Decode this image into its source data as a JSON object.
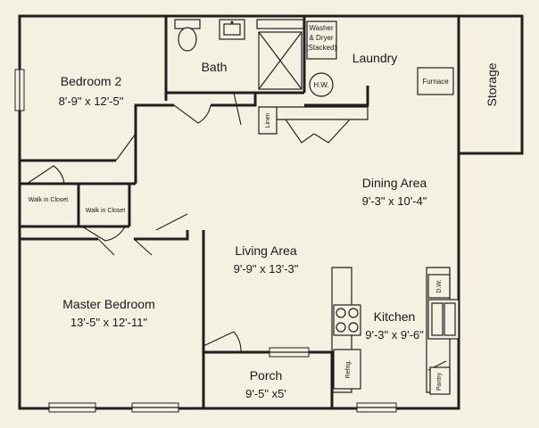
{
  "colors": {
    "background": "#f4f0e2",
    "line": "#1f1f1f"
  },
  "rooms": {
    "bedroom2": {
      "name": "Bedroom 2",
      "dims": "8'-9\" x 12'-5\""
    },
    "bath": {
      "name": "Bath"
    },
    "laundry": {
      "name": "Laundry"
    },
    "storage": {
      "name": "Storage"
    },
    "dining": {
      "name": "Dining Area",
      "dims": "9'-3\" x 10'-4\""
    },
    "living": {
      "name": "Living Area",
      "dims": "9'-9\" x 13'-3\""
    },
    "master": {
      "name": "Master Bedroom",
      "dims": "13'-5\" x 12'-11\""
    },
    "kitchen": {
      "name": "Kitchen",
      "dims": "9'-3\" x 9'-6\""
    },
    "porch": {
      "name": "Porch",
      "dims": "9'-5\" x5'"
    }
  },
  "labels": {
    "washer_line1": "Washer",
    "washer_line2": "& Dryer",
    "washer_line3": "(Stacked)",
    "hw": "H.W.",
    "furnace": "Furnace",
    "linen": "Linen",
    "closet_left": "Walk in Closet",
    "closet_right": "Walk in Closet",
    "dw": "D.W.",
    "refrig": "Refrig.",
    "pantry": "Pantry"
  }
}
